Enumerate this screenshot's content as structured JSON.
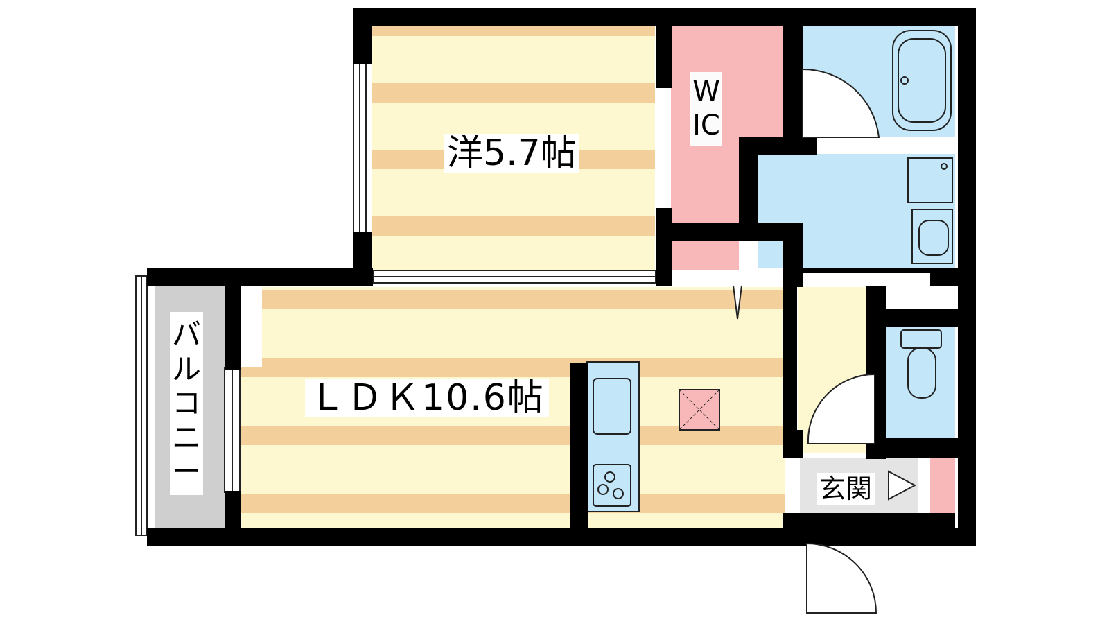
{
  "rooms": {
    "western_room": "洋5.7帖",
    "wic": "WIC",
    "ldk": "ＬＤＫ10.6帖",
    "balcony": "バルコニー",
    "entrance": "玄関"
  },
  "colors": {
    "wall": "#000000",
    "floor_stripe_light": "#fdf8d0",
    "floor_stripe_dark": "#f3cf9b",
    "wet_area": "#c3e6f8",
    "closet": "#f8b8ba",
    "balcony": "#cfcfcf",
    "entrance_floor": "#e4e4e4"
  }
}
